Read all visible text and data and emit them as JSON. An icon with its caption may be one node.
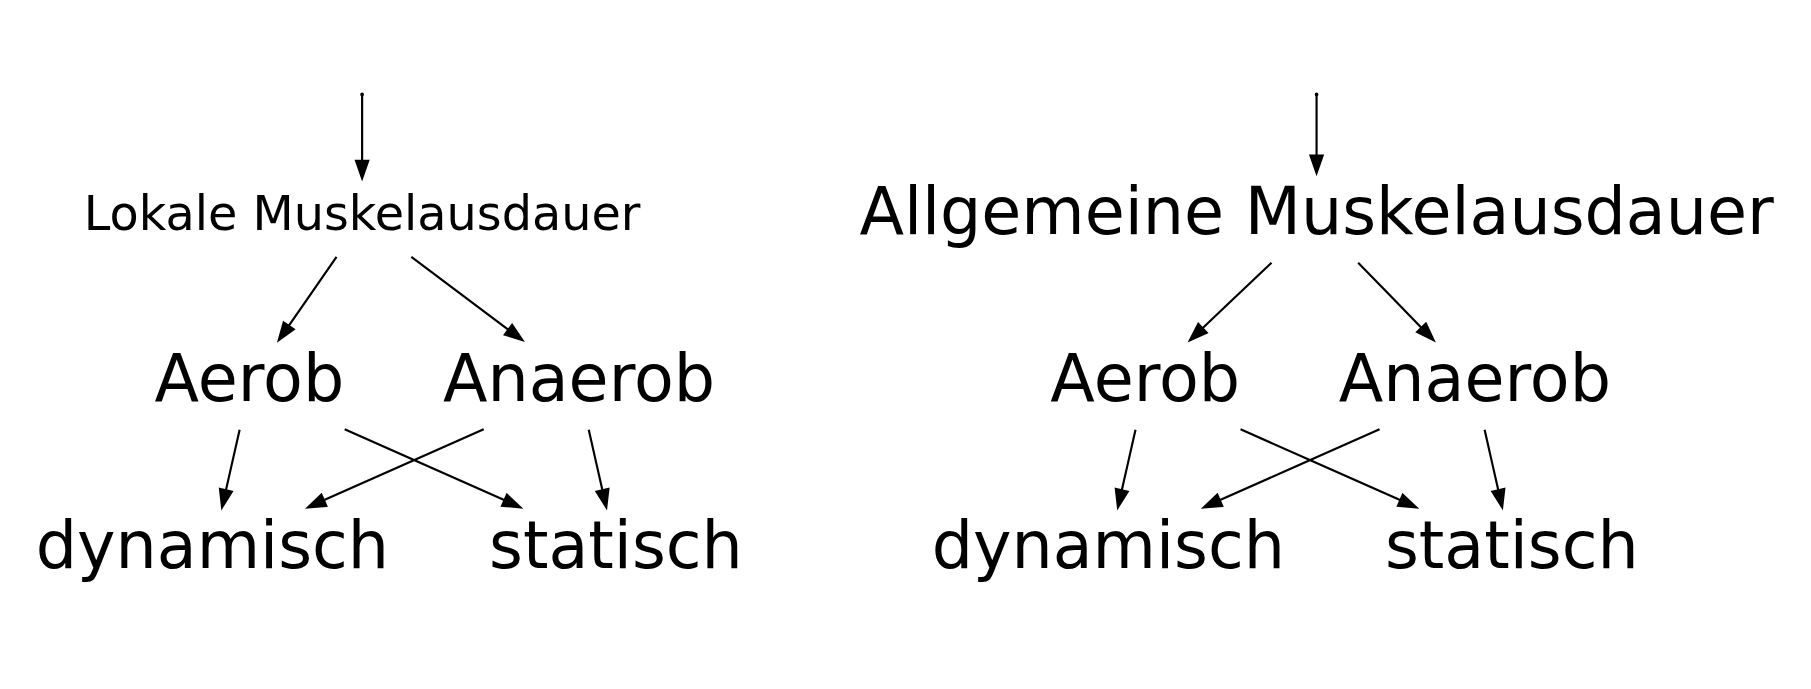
{
  "diagram": {
    "nodes": [
      {
        "text": [
          "Lokale Muskelausdauer"
        ]
      },
      {
        "text": [
          "Allgemeine Muskelausdauer"
        ]
      },
      {
        "text": [
          "Aerob"
        ]
      },
      {
        "text": [
          "Anaerob"
        ]
      },
      {
        "text": [
          "dynamisch"
        ]
      },
      {
        "text": [
          "statisch"
        ]
      },
      {
        "text": [
          "Aerob"
        ]
      },
      {
        "text": [
          "Anaerob"
        ]
      },
      {
        "text": [
          "dynamisch"
        ]
      },
      {
        "text": [
          "statisch"
        ]
      }
    ],
    "edges": [
      {
        "from": null,
        "to": 0,
        "arrow": "to"
      },
      {
        "from": null,
        "to": 1,
        "arrow": "to"
      },
      {
        "from": 0,
        "to": 2,
        "arrow": "to"
      },
      {
        "from": 0,
        "to": 3,
        "arrow": "to"
      },
      {
        "from": 2,
        "to": 4,
        "arrow": "to"
      },
      {
        "from": 2,
        "to": 5,
        "arrow": "to"
      },
      {
        "from": 3,
        "to": 4,
        "arrow": "to"
      },
      {
        "from": 3,
        "to": 5,
        "arrow": "to"
      },
      {
        "from": 1,
        "to": 6,
        "arrow": "to"
      },
      {
        "from": 1,
        "to": 7,
        "arrow": "to"
      },
      {
        "from": 6,
        "to": 8,
        "arrow": "to"
      },
      {
        "from": 6,
        "to": 9,
        "arrow": "to"
      },
      {
        "from": 7,
        "to": 8,
        "arrow": "to"
      },
      {
        "from": 7,
        "to": 9,
        "arrow": "to"
      }
    ]
  }
}
